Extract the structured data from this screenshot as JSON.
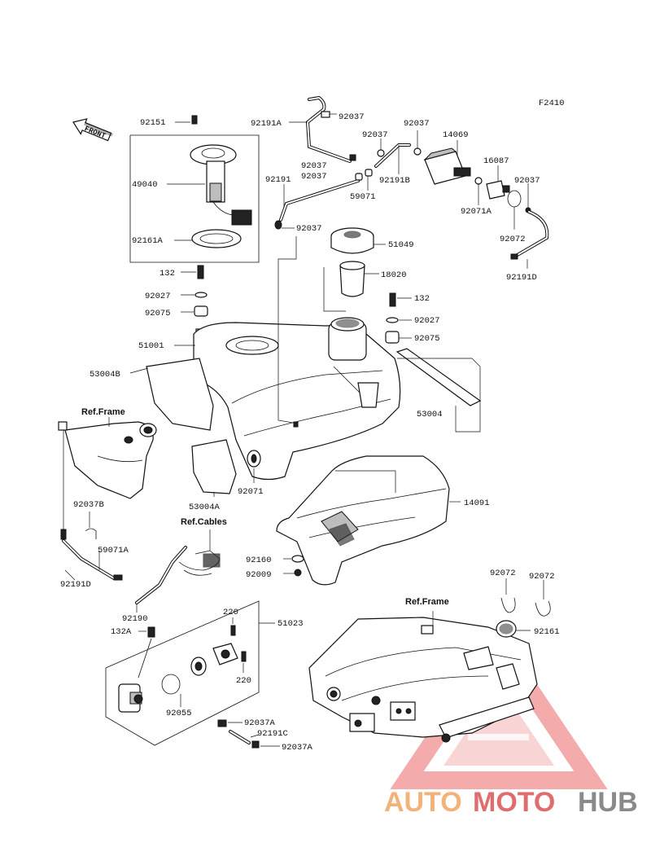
{
  "drawing_code": "F2410",
  "front_arrow": "FRONT",
  "refs": {
    "frame_1": "Ref.Frame",
    "frame_2": "Ref.Frame",
    "cables": "Ref.Cables"
  },
  "labels": {
    "p92151": "92151",
    "p49040": "49040",
    "p92161A": "92161A",
    "p132": "132",
    "p92027": "92027",
    "p92075": "92075",
    "p51001": "51001",
    "p53004B": "53004B",
    "p92191A": "92191A",
    "p92037_a": "92037",
    "p92037_b": "92037",
    "p92037_c": "92037",
    "p14069": "14069",
    "p92037_d": "92037",
    "p92037_e": "92037",
    "p92191B": "92191B",
    "p16087": "16087",
    "p92191": "92191",
    "p59071": "59071",
    "p92037_f": "92037",
    "p92071A": "92071A",
    "p92037_g": "92037",
    "p92072_a": "92072",
    "p92191D_a": "92191D",
    "p51049": "51049",
    "p18020": "18020",
    "p132_b": "132",
    "p92027_b": "92027",
    "p92075_b": "92075",
    "p53004": "53004",
    "p92071": "92071",
    "p53004A": "53004A",
    "p14091": "14091",
    "p92037B": "92037B",
    "p59071A": "59071A",
    "p92191D_b": "92191D",
    "p92160": "92160",
    "p92009": "92009",
    "p92190": "92190",
    "p132A": "132A",
    "p220_a": "220",
    "p51023": "51023",
    "p220_b": "220",
    "p92055": "92055",
    "p92037A_a": "92037A",
    "p92191C": "92191C",
    "p92037A_b": "92037A",
    "p92072_b": "92072",
    "p92072_c": "92072",
    "p92161": "92161"
  },
  "watermark": {
    "part1": "AUTO",
    "part2": "MOTO",
    "part3": "HUB"
  }
}
